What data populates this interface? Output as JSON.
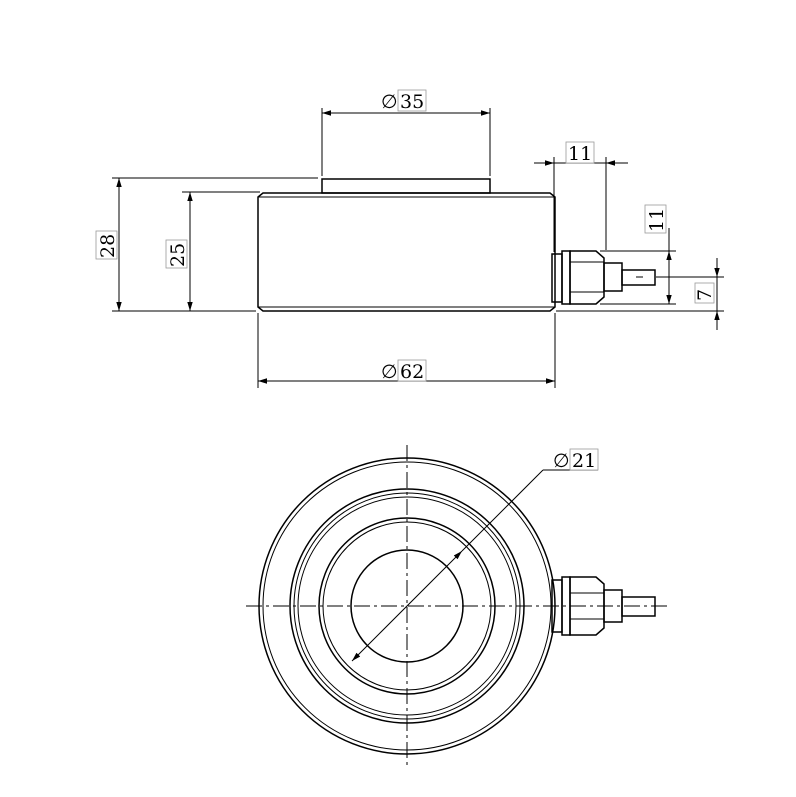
{
  "dimensions": {
    "top_diameter": {
      "symbol": "∅",
      "value": "35"
    },
    "body_diameter": {
      "symbol": "∅",
      "value": "62"
    },
    "total_height": "28",
    "body_height": "25",
    "connector_length": "11",
    "connector_height": "11",
    "connector_offset": "7",
    "inner_diameter": {
      "symbol": "∅",
      "value": "21"
    }
  }
}
